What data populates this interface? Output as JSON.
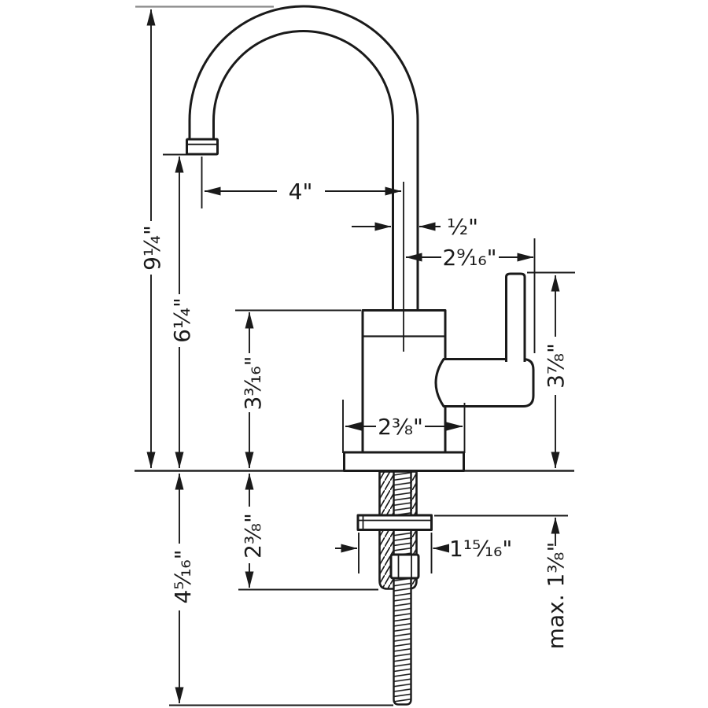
{
  "dimensions": {
    "overall_height": "9¼\"",
    "spout_outlet_height": "6¼\"",
    "spout_reach": "4\"",
    "spout_pipe_diameter": "½\"",
    "handle_projection": "2⁹⁄₁₆\"",
    "body_top_height": "3³⁄₁₆\"",
    "handle_top_height": "3⅞\"",
    "base_diameter": "2⅜\"",
    "shank_length": "2⅜\"",
    "under_counter_depth": "4⁵⁄₁₆\"",
    "mounting_plate_width": "1¹⁵⁄₁₆\"",
    "max_counter_thickness": "max. 1⅜\""
  },
  "colors": {
    "line": "#1a1a1a",
    "reference_line": "#8a8a8a",
    "background": "#ffffff"
  }
}
